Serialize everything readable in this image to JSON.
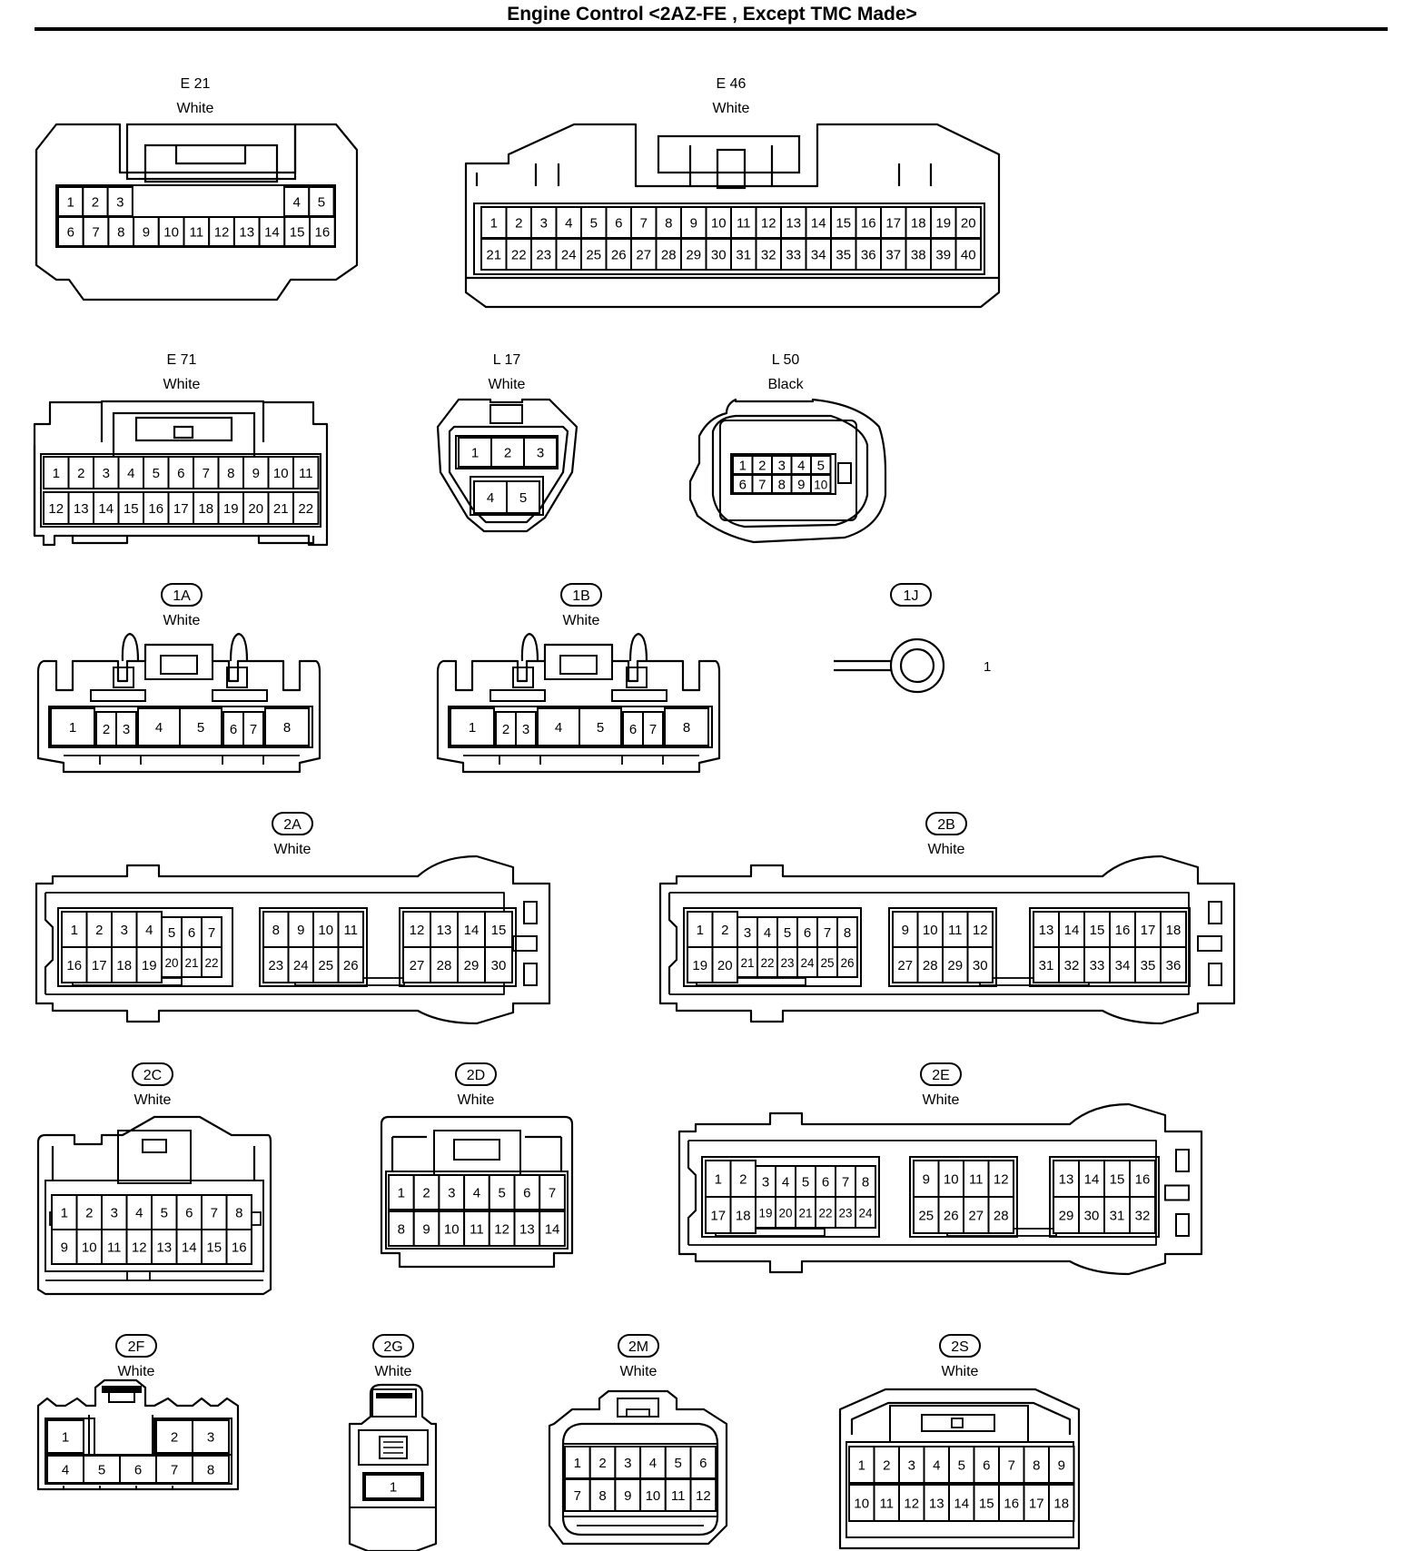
{
  "page": {
    "title": "Engine Control <2AZ-FE , Except TMC Made>"
  },
  "connectors": [
    {
      "id": "E21",
      "code": "E 21",
      "color": "White",
      "oval": false,
      "rows": [
        [
          "1",
          "2",
          "3",
          "",
          "",
          "",
          "",
          "",
          "4",
          "5"
        ],
        [
          "6",
          "7",
          "8",
          "9",
          "10",
          "11",
          "12",
          "13",
          "14",
          "15",
          "16"
        ]
      ]
    },
    {
      "id": "E46",
      "code": "E 46",
      "color": "White",
      "oval": false,
      "rows": [
        [
          "1",
          "2",
          "3",
          "4",
          "5",
          "6",
          "7",
          "8",
          "9",
          "10",
          "11",
          "12",
          "13",
          "14",
          "15",
          "16",
          "17",
          "18",
          "19",
          "20"
        ],
        [
          "21",
          "22",
          "23",
          "24",
          "25",
          "26",
          "27",
          "28",
          "29",
          "30",
          "31",
          "32",
          "33",
          "34",
          "35",
          "36",
          "37",
          "38",
          "39",
          "40"
        ]
      ]
    },
    {
      "id": "E71",
      "code": "E 71",
      "color": "White",
      "oval": false,
      "rows": [
        [
          "1",
          "2",
          "3",
          "4",
          "5",
          "6",
          "7",
          "8",
          "9",
          "10",
          "11"
        ],
        [
          "12",
          "13",
          "14",
          "15",
          "16",
          "17",
          "18",
          "19",
          "20",
          "21",
          "22"
        ]
      ]
    },
    {
      "id": "L17",
      "code": "L 17",
      "color": "White",
      "oval": false,
      "rows": [
        [
          "1",
          "2",
          "3"
        ],
        [
          "4",
          "5"
        ]
      ]
    },
    {
      "id": "L50",
      "code": "L 50",
      "color": "Black",
      "oval": false,
      "rows": [
        [
          "1",
          "2",
          "3",
          "4",
          "5"
        ],
        [
          "6",
          "7",
          "8",
          "9",
          "10"
        ]
      ]
    },
    {
      "id": "1A",
      "code": "1A",
      "color": "White",
      "oval": true,
      "rows": [
        [
          "1",
          "2",
          "3",
          "4",
          "5",
          "6",
          "7",
          "8"
        ]
      ]
    },
    {
      "id": "1B",
      "code": "1B",
      "color": "White",
      "oval": true,
      "rows": [
        [
          "1",
          "2",
          "3",
          "4",
          "5",
          "6",
          "7",
          "8"
        ]
      ]
    },
    {
      "id": "1J",
      "code": "1J",
      "color": "",
      "oval": true,
      "rows": [
        [
          "1"
        ]
      ]
    },
    {
      "id": "2A",
      "code": "2A",
      "color": "White",
      "oval": true,
      "rows": [
        [
          "1",
          "2",
          "3",
          "4",
          "5",
          "6",
          "7",
          "8",
          "9",
          "10",
          "11",
          "12",
          "13",
          "14",
          "15"
        ],
        [
          "16",
          "17",
          "18",
          "19",
          "20",
          "21",
          "22",
          "23",
          "24",
          "25",
          "26",
          "27",
          "28",
          "29",
          "30"
        ]
      ]
    },
    {
      "id": "2B",
      "code": "2B",
      "color": "White",
      "oval": true,
      "rows": [
        [
          "1",
          "2",
          "3",
          "4",
          "5",
          "6",
          "7",
          "8",
          "9",
          "10",
          "11",
          "12",
          "13",
          "14",
          "15",
          "16",
          "17",
          "18"
        ],
        [
          "19",
          "20",
          "21",
          "22",
          "23",
          "24",
          "25",
          "26",
          "27",
          "28",
          "29",
          "30",
          "31",
          "32",
          "33",
          "34",
          "35",
          "36"
        ]
      ]
    },
    {
      "id": "2C",
      "code": "2C",
      "color": "White",
      "oval": true,
      "rows": [
        [
          "1",
          "2",
          "3",
          "4",
          "5",
          "6",
          "7",
          "8"
        ],
        [
          "9",
          "10",
          "11",
          "12",
          "13",
          "14",
          "15",
          "16"
        ]
      ]
    },
    {
      "id": "2D",
      "code": "2D",
      "color": "White",
      "oval": true,
      "rows": [
        [
          "1",
          "2",
          "3",
          "4",
          "5",
          "6",
          "7"
        ],
        [
          "8",
          "9",
          "10",
          "11",
          "12",
          "13",
          "14"
        ]
      ]
    },
    {
      "id": "2E",
      "code": "2E",
      "color": "White",
      "oval": true,
      "rows": [
        [
          "1",
          "2",
          "3",
          "4",
          "5",
          "6",
          "7",
          "8",
          "9",
          "10",
          "11",
          "12",
          "13",
          "14",
          "15",
          "16"
        ],
        [
          "17",
          "18",
          "19",
          "20",
          "21",
          "22",
          "23",
          "24",
          "25",
          "26",
          "27",
          "28",
          "29",
          "30",
          "31",
          "32"
        ]
      ]
    },
    {
      "id": "2F",
      "code": "2F",
      "color": "White",
      "oval": true,
      "rows": [
        [
          "1",
          "2",
          "3"
        ],
        [
          "4",
          "5",
          "6",
          "7",
          "8"
        ]
      ]
    },
    {
      "id": "2G",
      "code": "2G",
      "color": "White",
      "oval": true,
      "rows": [
        [
          "1"
        ]
      ]
    },
    {
      "id": "2M",
      "code": "2M",
      "color": "White",
      "oval": true,
      "rows": [
        [
          "1",
          "2",
          "3",
          "4",
          "5",
          "6"
        ],
        [
          "7",
          "8",
          "9",
          "10",
          "11",
          "12"
        ]
      ]
    },
    {
      "id": "2S",
      "code": "2S",
      "color": "White",
      "oval": true,
      "rows": [
        [
          "1",
          "2",
          "3",
          "4",
          "5",
          "6",
          "7",
          "8",
          "9"
        ],
        [
          "10",
          "11",
          "12",
          "13",
          "14",
          "15",
          "16",
          "17",
          "18"
        ]
      ]
    }
  ]
}
